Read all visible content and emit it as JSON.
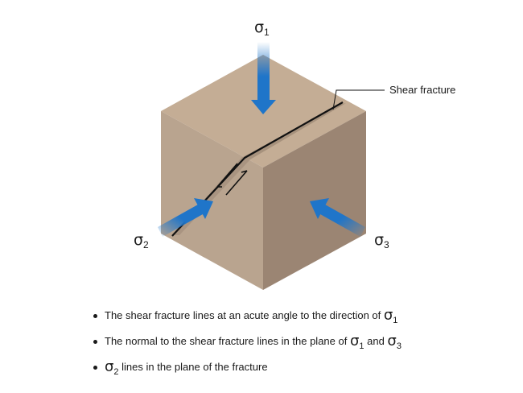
{
  "colors": {
    "cube_top": "#c4ad95",
    "cube_left": "#b9a48f",
    "cube_right": "#9b8573",
    "arrow": "#1f75c9",
    "fracture": "#111111"
  },
  "labels": {
    "sigma1": {
      "symbol": "σ",
      "subscript": "1"
    },
    "sigma2": {
      "symbol": "σ",
      "subscript": "2"
    },
    "sigma3": {
      "symbol": "σ",
      "subscript": "3"
    },
    "shear_fracture": "Shear fracture"
  },
  "bullets": [
    {
      "text": "The shear fracture lines at an acute angle to the direction of ",
      "s1": "σ",
      "s1sub": "1"
    },
    {
      "text": "The normal to the shear fracture lines in the plane of ",
      "s1": "σ",
      "s1sub": "1",
      "mid": " and ",
      "s2": "σ",
      "s2sub": "3"
    },
    {
      "pre_symbol": "σ",
      "pre_sub": "2",
      "text": " lines in the plane of the fracture"
    }
  ]
}
